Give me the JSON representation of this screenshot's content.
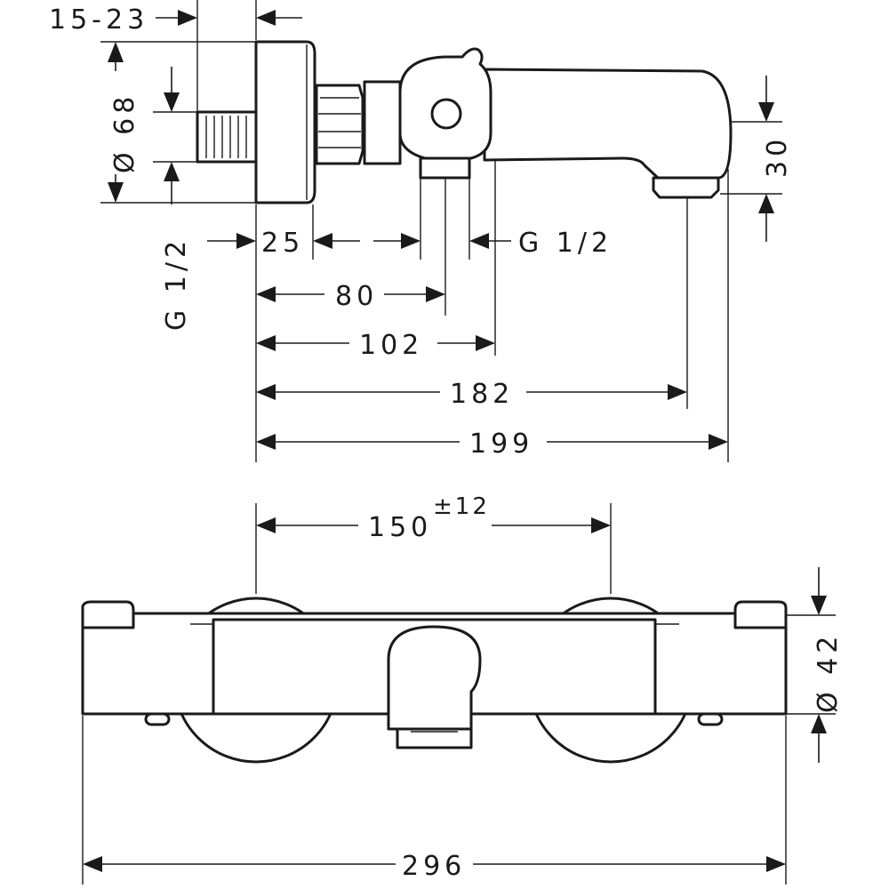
{
  "side_view": {
    "dim_wall_gap": "15-23",
    "dim_diameter_68": "Ø 68",
    "dim_thread_vertical": "G 1/2",
    "dim_25": "25",
    "dim_thread_horizontal": "G 1/2",
    "dim_80": "80",
    "dim_102": "102",
    "dim_182": "182",
    "dim_199": "199",
    "dim_30": "30"
  },
  "front_view": {
    "dim_centres": "150",
    "dim_tolerance": "±12",
    "dim_diameter_42": "Ø 42",
    "dim_total_width": "296"
  }
}
